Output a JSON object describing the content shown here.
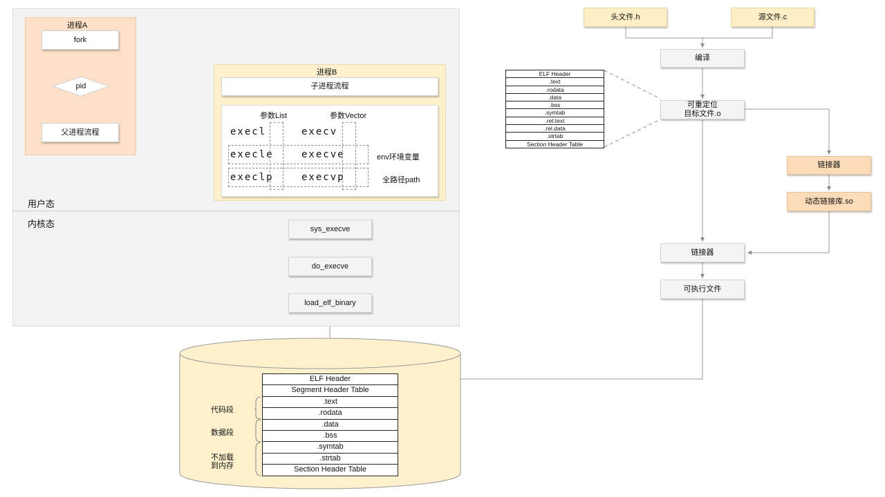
{
  "colors": {
    "panel_bg": "#f3f3f3",
    "process_a_bg": "#fde0c7",
    "process_b_bg": "#fdf1cd",
    "cylinder_bg": "#fdf1cd",
    "yellow_box": "#fdeec6",
    "orange_box": "#fcdcb8",
    "line": "#9a9a9a"
  },
  "left": {
    "user_mode_label": "用户态",
    "kernel_mode_label": "内核态",
    "process_a": {
      "title": "进程A",
      "fork": "fork",
      "pid": "pid",
      "parent_flow": "父进程流程"
    },
    "process_b": {
      "title": "进程B",
      "child_flow": "子进程流程",
      "param_list_label": "参数List",
      "param_vector_label": "参数Vector",
      "row1_left": "execl",
      "row1_right": "execv",
      "row2_left": "execle",
      "row2_right": "execve",
      "row3_left": "execlp",
      "row3_right": "execvp",
      "env_label": "env环境变量",
      "path_label": "全路径path"
    },
    "kernel_calls": [
      "sys_execve",
      "do_execve",
      "load_elf_binary"
    ]
  },
  "elf_file": {
    "rows": [
      "ELF Header",
      "Segment Header Table",
      ".text",
      ".rodata",
      ".data",
      ".bss",
      ".symtab",
      ".strtab",
      "Section Header Table"
    ],
    "group_code": "代码段",
    "group_data": "数据段",
    "group_noload_line1": "不加载",
    "group_noload_line2": "到内存"
  },
  "right": {
    "header_file": "头文件.h",
    "source_file": "源文件.c",
    "compile": "编译",
    "relocatable_line1": "可重定位",
    "relocatable_line2": "目标文件.o",
    "linker_top": "链接器",
    "shared_lib": "动态链接库.so",
    "linker_bottom": "链接器",
    "executable": "可执行文件",
    "obj_table": [
      "ELF Header",
      ".text",
      ".rodata",
      ".data",
      ".bss",
      ".symtab",
      ".rel.text",
      ".rel.data",
      ".strtab",
      "Section Header Table"
    ]
  }
}
